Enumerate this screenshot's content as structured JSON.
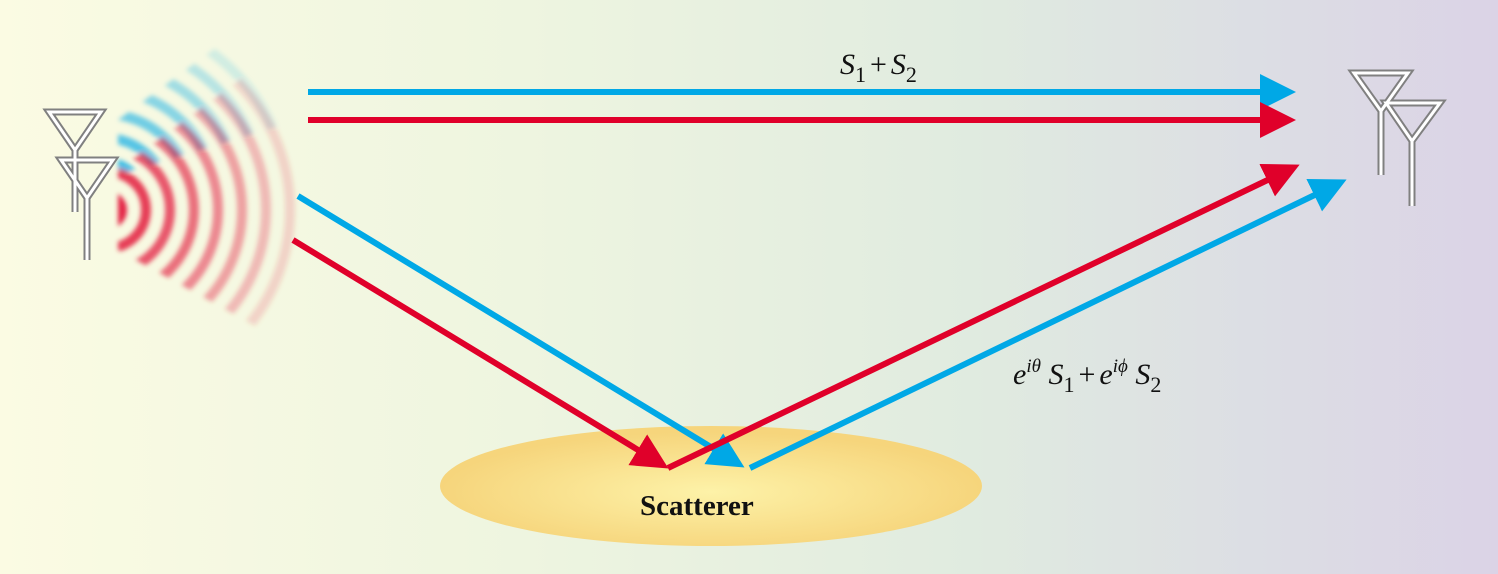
{
  "labels": {
    "direct_signal": {
      "s1": "S",
      "s1_sub": "1",
      "plus": "+",
      "s2": "S",
      "s2_sub": "2"
    },
    "scattered_signal": {
      "e1": "e",
      "e1_sup": "iθ",
      "s1": "S",
      "s1_sub": "1",
      "plus": "+",
      "e2": "e",
      "e2_sup": "iϕ",
      "s2": "S",
      "s2_sub": "2"
    },
    "scatterer": "Scatterer"
  },
  "colors": {
    "signal_1": "#00a8e6",
    "signal_2": "#e0002a",
    "scatterer": "#f7d77a",
    "antenna": "#888888"
  },
  "icons": {
    "transmitter": "antenna-pair-icon",
    "receiver": "antenna-pair-icon"
  }
}
